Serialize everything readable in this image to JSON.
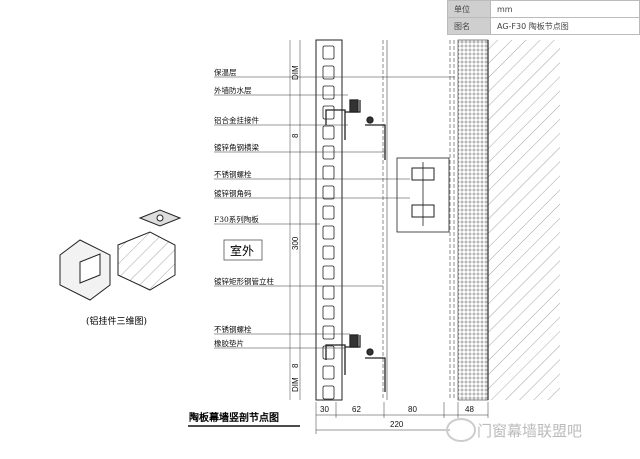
{
  "info_table": {
    "rows": [
      {
        "key": "单位",
        "value": "mm"
      },
      {
        "key": "图名",
        "value": "AG-F30 陶板节点图"
      }
    ]
  },
  "labels": [
    "保温层",
    "外墙防水层",
    "铝合金挂接件",
    "镀锌角钢横梁",
    "不锈钢螺栓",
    "镀锌钢角码",
    "F30系列陶板",
    "镀锌矩形钢管立柱",
    "不锈钢螺栓",
    "橡胶垫片"
  ],
  "outdoor_label": "室外",
  "iso_caption": "(铝挂件三维图)",
  "drawing_title": "陶板幕墙竖剖节点图",
  "dims": {
    "top_dim": "DIM",
    "gap_top": "8",
    "span": "300",
    "gap_bottom": "8",
    "bottom_dim": "DIM",
    "d30": "30",
    "d62": "62",
    "d80": "80",
    "d48": "48",
    "total": "220"
  },
  "watermark": "门窗幕墙联盟吧"
}
